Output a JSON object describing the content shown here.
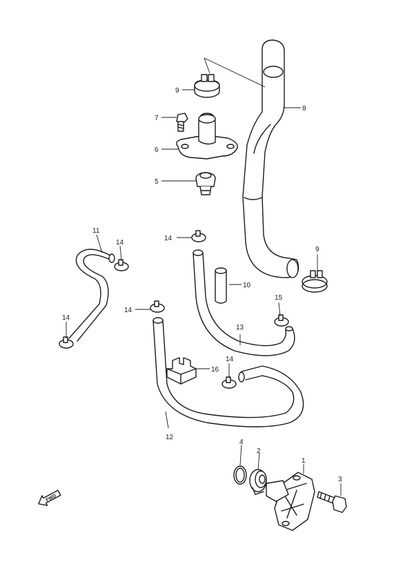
{
  "callouts": {
    "c1": "1",
    "c2": "2",
    "c3": "3",
    "c4": "4",
    "c5": "5",
    "c6": "6",
    "c7": "7",
    "c8": "8",
    "c9a": "9",
    "c9b": "9",
    "c10": "10",
    "c11": "11",
    "c12": "12",
    "c13": "13",
    "c14a": "14",
    "c14b": "14",
    "c14c": "14",
    "c14d": "14",
    "c15": "15",
    "c16": "16"
  },
  "fwd_arrow": {
    "label": "FWD"
  },
  "colors": {
    "line": "#1a1a1a",
    "background": "#ffffff"
  }
}
